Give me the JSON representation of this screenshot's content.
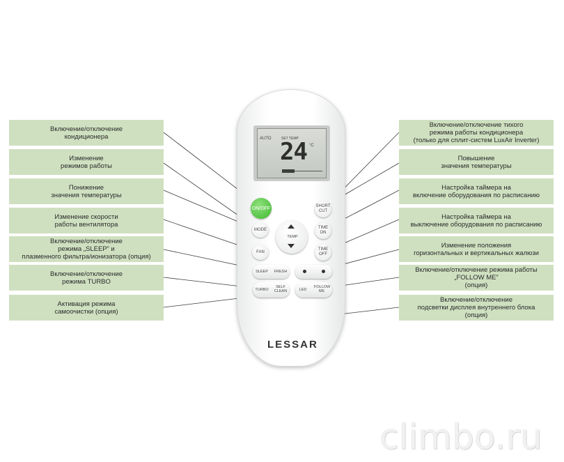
{
  "callouts_left": [
    "Включение/отключение\nкондиционера",
    "Изменение\nрежимов работы",
    "Понижение\nзначения температуры",
    "Изменение скорости\nработы вентилятора",
    "Включение/отключение\nрежима „SLEEP” и\nплазменного фильтра/ионизатора (опция)",
    "Включение/отключение\nрежима TURBO",
    "Активация режима\nсамоочистки (опция)"
  ],
  "callouts_right": [
    "Включение/отключение тихого\nрежима работы кондиционера\n(только для сплит-систем LuxAir Inverter)",
    "Повышение\nзначения температуры",
    "Настройка таймера на\nвключение оборудования по расписанию",
    "Настройка таймера на\nвыключение оборудования по расписанию",
    "Изменение положения\nгоризонтальных и вертикальных жалюзи",
    "Включение/отключение режима работы\n„FOLLOW ME”\n(опция)",
    "Включение/отключение\nподсветки дисплея внутреннего блока\n(опция)"
  ],
  "lcd": {
    "mode": "AUTO",
    "set_temp_label": "SET TEMP",
    "temperature": "24",
    "unit": "°C"
  },
  "buttons": {
    "on_off": "ON/OFF",
    "mode": "MODE",
    "fan": "FAN",
    "temp": "TEMP",
    "short_cut": "SHORT\nCUT",
    "time_on": "TIME\nON",
    "time_off": "TIME\nOFF",
    "sleep": "SLEEP",
    "fresh": "FRESH",
    "turbo": "TURBO",
    "self_clean": "SELF\nCLEAN",
    "led": "LED",
    "follow_me": "FOLLOW\nME"
  },
  "brand": "LESSAR",
  "watermark": "climbo.ru"
}
